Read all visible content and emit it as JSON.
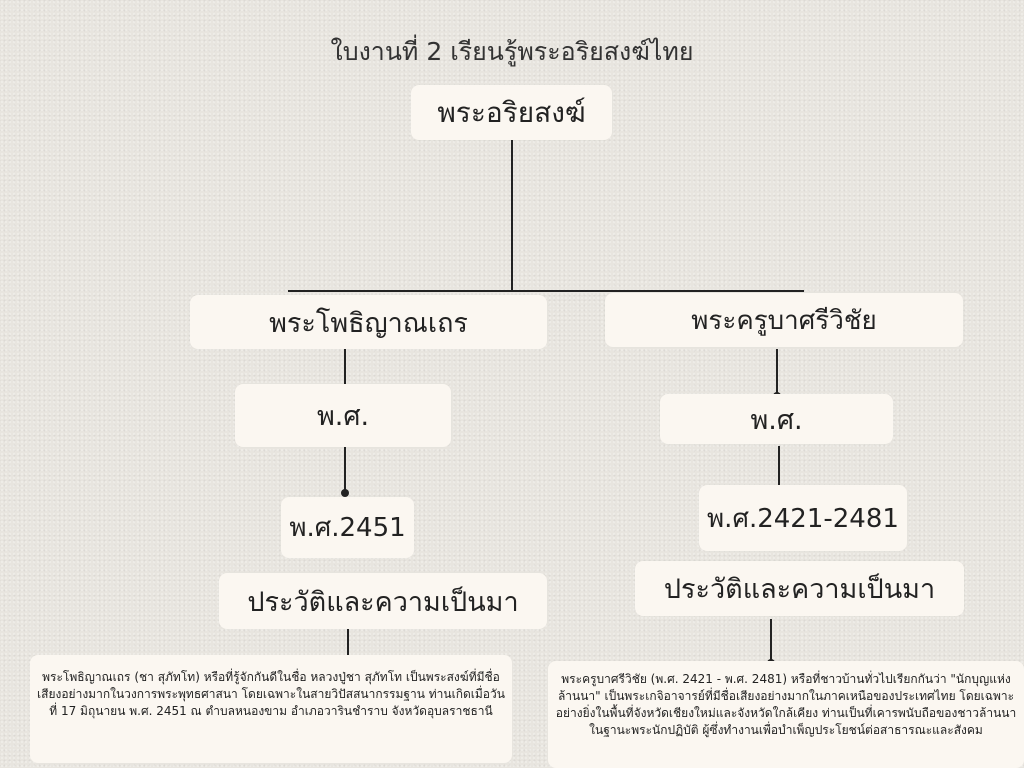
{
  "title": "ใบงานที่ 2 เรียนรู้พระอริยสงฆ์ไทย",
  "root": "พระอริยสงฆ์",
  "left": {
    "name": "พระโพธิญาณเถร",
    "era_label": "พ.ศ.",
    "era_value": "พ.ศ.2451",
    "history_label": "ประวัติและความเป็นมา",
    "description": "พระโพธิญาณเถร (ชา สุภัทโท) หรือที่รู้จักกันดีในชื่อ หลวงปู่ชา สุภัทโท เป็นพระสงฆ์ที่มีชื่อเสียงอย่างมากในวงการพระพุทธศาสนา โดยเฉพาะในสายวิปัสสนากรรมฐาน ท่านเกิดเมื่อวันที่ 17 มิถุนายน พ.ศ. 2451 ณ ตำบลหนองขาม อำเภอวารินชำราบ จังหวัดอุบลราชธานี"
  },
  "right": {
    "name": "พระครูบาศรีวิชัย",
    "era_label": "พ.ศ.",
    "era_value": "พ.ศ.2421-2481",
    "history_label": "ประวัติและความเป็นมา",
    "description": "พระครูบาศรีวิชัย (พ.ศ. 2421 - พ.ศ. 2481) หรือที่ชาวบ้านทั่วไปเรียกกันว่า \"นักบุญแห่งล้านนา\" เป็นพระเกจิอาจารย์ที่มีชื่อเสียงอย่างมากในภาคเหนือของประเทศไทย โดยเฉพาะอย่างยิ่งในพื้นที่จังหวัดเชียงใหม่และจังหวัดใกล้เคียง ท่านเป็นที่เคารพนับถือของชาวล้านนาในฐานะพระนักปฏิบัติ ผู้ซึ่งทำงานเพื่อบำเพ็ญประโยชน์ต่อสาธารณะและสังคม"
  }
}
